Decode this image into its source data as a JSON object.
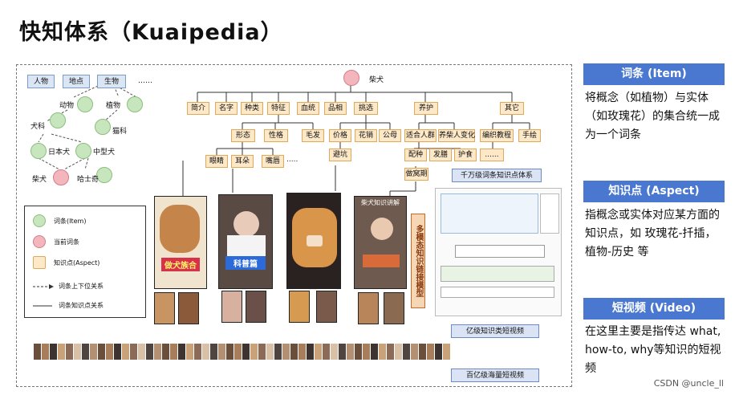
{
  "title": "快知体系（Kuaipedia）",
  "left_panel": {
    "top_labels": [
      "人物",
      "地点",
      "生物"
    ],
    "ellipsis": "……",
    "nodes": {
      "animal": "动物",
      "plant": "植物",
      "canine": "犬科",
      "feline": "猫科",
      "japanese_dog": "日本犬",
      "medium_dog": "中型犬",
      "shiba": "柴犬",
      "husky": "哈士奇"
    },
    "legend": {
      "item": "词条(Item)",
      "current": "当前词条",
      "aspect": "知识点(Aspect)",
      "hypernym": "词条上下位关系",
      "item_aspect": "词条知识点关系"
    }
  },
  "tree": {
    "root": "柴犬",
    "level1": [
      "简介",
      "名字",
      "种类",
      "特征",
      "血统",
      "品相",
      "挑选",
      "养护",
      "其它"
    ],
    "features": [
      "形态",
      "性格",
      "毛发"
    ],
    "form": [
      "眼睛",
      "耳朵",
      "嘴唇"
    ],
    "form_ellipsis": ".....",
    "pick": [
      "价格",
      "花销",
      "公母"
    ],
    "pick_sub": "避坑",
    "care": [
      "适合人群",
      "养柴人变化"
    ],
    "care_sub": [
      "配种",
      "发膳",
      "护食"
    ],
    "care_sub2": "做窝期",
    "other": [
      "编织教程",
      "手绘"
    ],
    "other_ellipsis": "......"
  },
  "videos": {
    "captions": [
      "做犬族合",
      "科普篇",
      "",
      "柴犬知识讲解"
    ]
  },
  "vertical_label": "多模态知识链接模型",
  "banners": {
    "kb": "千万级词条知识点体系",
    "knowledge_videos": "亿级知识类短视频",
    "mass_videos": "百亿级海量短视频"
  },
  "right": [
    {
      "heading": "词条 (Item)",
      "text": "将概念（如植物）与实体（如玫瑰花）的集合统一成为一个词条"
    },
    {
      "heading": "知识点 (Aspect)",
      "text": "指概念或实体对应某方面的知识点，如 玫瑰花-扦插，植物-历史 等"
    },
    {
      "heading": "短视频 (Video)",
      "text": "在这里主要是指传达 what, how-to, why等知识的短视频"
    }
  ],
  "watermark": "CSDN @uncle_ll"
}
